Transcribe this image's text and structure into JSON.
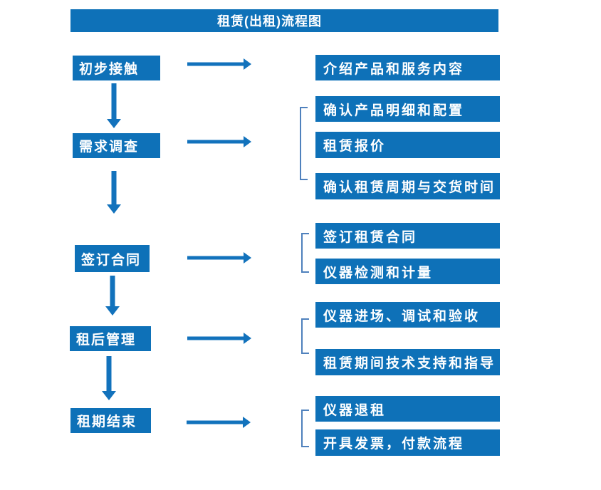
{
  "title": "租赁(出租)流程图",
  "colors": {
    "box_blue": "#0e71b8",
    "arrow_blue": "#1272bc",
    "bracket_blue": "#4f81bd",
    "text_white": "#ffffff"
  },
  "steps": [
    {
      "label": "初步接触",
      "details": [
        "介绍产品和服务内容"
      ]
    },
    {
      "label": "需求调查",
      "details": [
        "确认产品明细和配置",
        "租赁报价",
        "确认租赁周期与交货时间"
      ]
    },
    {
      "label": "签订合同",
      "details": [
        "签订租赁合同",
        "仪器检测和计量"
      ]
    },
    {
      "label": "租后管理",
      "details": [
        "仪器进场、调试和验收",
        "租赁期间技术支持和指导"
      ]
    },
    {
      "label": "租期结束",
      "details": [
        "仪器退租",
        "开具发票，付款流程"
      ]
    }
  ]
}
